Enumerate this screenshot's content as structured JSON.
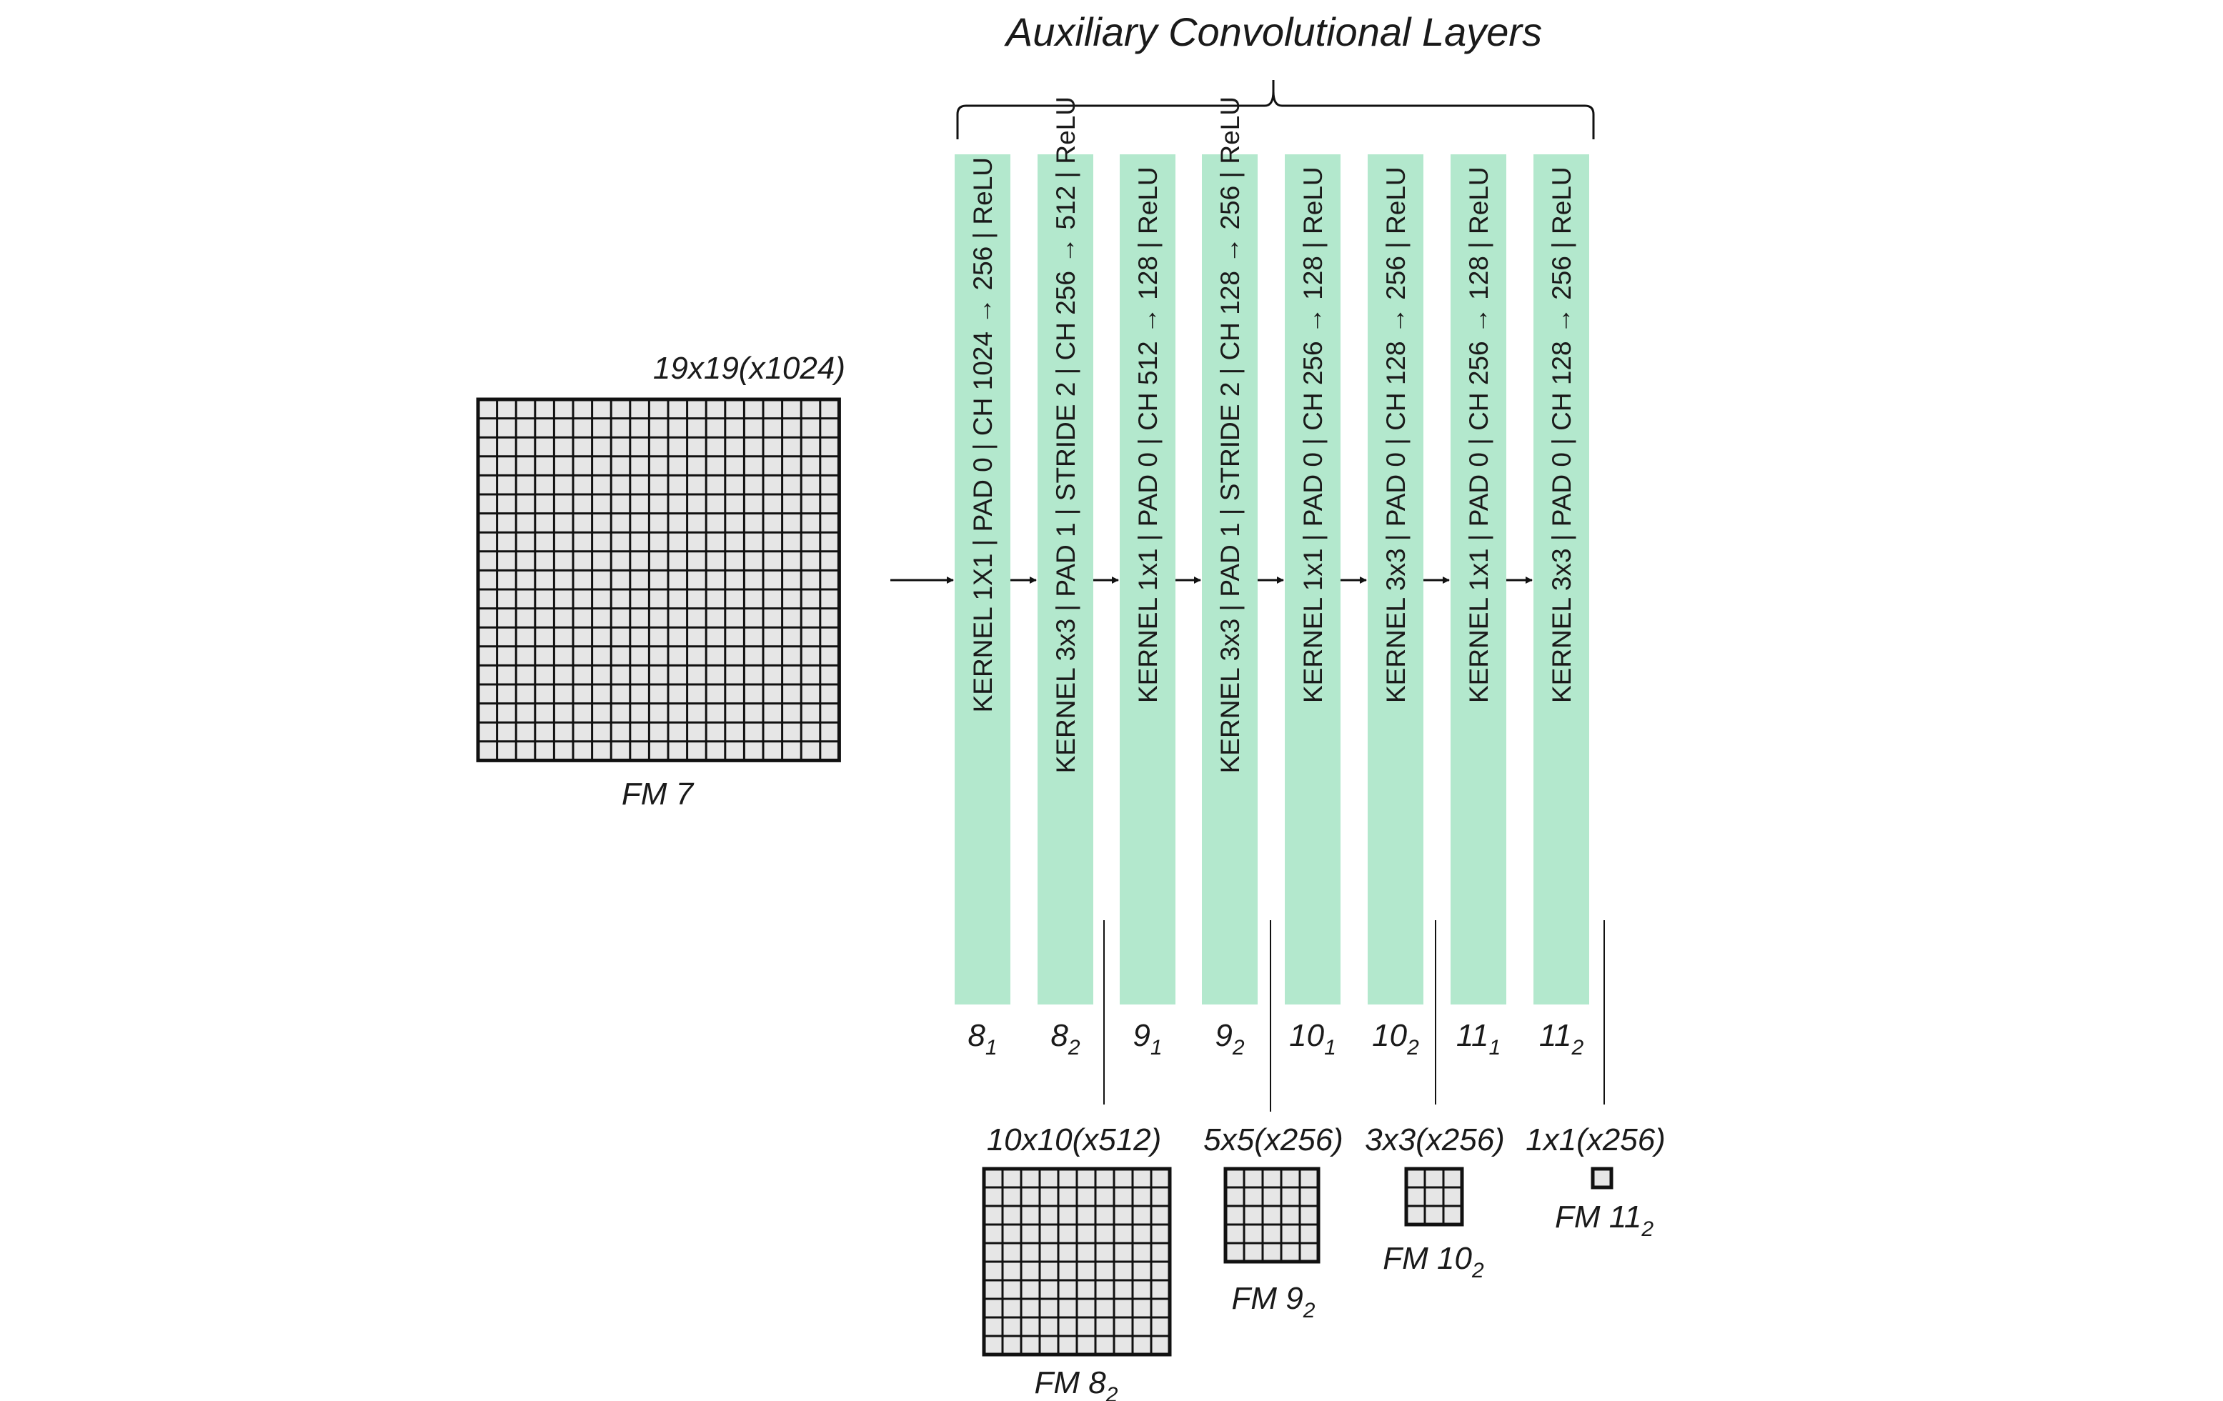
{
  "title": "Auxiliary Convolutional Layers",
  "input_map": {
    "name": "FM 7",
    "dims": "19x19(x1024)",
    "grid": 19
  },
  "layers": [
    {
      "id_base": "8",
      "id_sub": "1",
      "spec": "KERNEL 1X1 | PAD 0 | CH 1024 → 256 | ReLU"
    },
    {
      "id_base": "8",
      "id_sub": "2",
      "spec": "KERNEL 3x3 | PAD 1 | STRIDE 2 | CH 256 → 512 | ReLU"
    },
    {
      "id_base": "9",
      "id_sub": "1",
      "spec": "KERNEL 1x1 | PAD 0 | CH 512 → 128 | ReLU"
    },
    {
      "id_base": "9",
      "id_sub": "2",
      "spec": "KERNEL 3x3 | PAD 1 | STRIDE 2 | CH 128 → 256 | ReLU"
    },
    {
      "id_base": "10",
      "id_sub": "1",
      "spec": "KERNEL 1x1 | PAD 0 | CH 256 → 128 | ReLU"
    },
    {
      "id_base": "10",
      "id_sub": "2",
      "spec": "KERNEL 3x3 | PAD 0 | CH 128 → 256 | ReLU"
    },
    {
      "id_base": "11",
      "id_sub": "1",
      "spec": "KERNEL 1x1 | PAD 0 | CH 256 → 128 | ReLU"
    },
    {
      "id_base": "11",
      "id_sub": "2",
      "spec": "KERNEL 3x3 | PAD 0 | CH 128 → 256 | ReLU"
    }
  ],
  "output_maps": [
    {
      "dims": "10x10(x512)",
      "name_base": "FM 8",
      "name_sub": "2",
      "grid": 10
    },
    {
      "dims": "5x5(x256)",
      "name_base": "FM 9",
      "name_sub": "2",
      "grid": 5
    },
    {
      "dims": "3x3(x256)",
      "name_base": "FM 10",
      "name_sub": "2",
      "grid": 3
    },
    {
      "dims": "1x1(x256)",
      "name_base": "FM 11",
      "name_sub": "2",
      "grid": 1
    }
  ],
  "colors": {
    "layer_fill": "#b3e8cd",
    "cell_fill": "#e6e6e6",
    "line": "#111111"
  }
}
